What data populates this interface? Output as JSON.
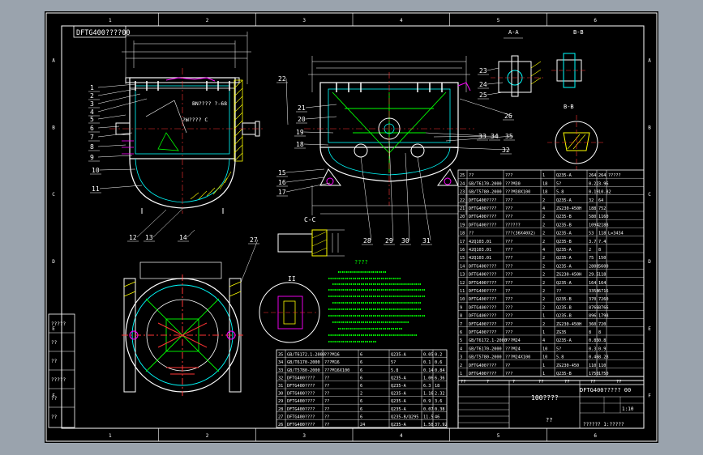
{
  "title_stamp": "DFTG400????00",
  "zone_letters": [
    "1",
    "2",
    "3",
    "4",
    "5",
    "6"
  ],
  "row_letters": [
    "A",
    "B",
    "C",
    "D",
    "E",
    "F"
  ],
  "callouts": {
    "front": [
      "1",
      "2",
      "3",
      "4",
      "5",
      "6",
      "7",
      "8",
      "9",
      "10",
      "11",
      "12",
      "13",
      "14"
    ],
    "side": [
      "15",
      "16",
      "17",
      "18",
      "19",
      "20",
      "21",
      "22"
    ],
    "side_right": [
      "26",
      "33",
      "34",
      "35",
      "32"
    ],
    "side_bottom": [
      "28",
      "29",
      "30",
      "31"
    ],
    "plan": [
      "27"
    ],
    "detail_tl": [
      "23",
      "24",
      "25"
    ]
  },
  "section_labels": {
    "cc": "C-C",
    "ii": "II",
    "aa": "A-A",
    "bb": "B-B",
    "front_note": "BN???? ?-68",
    "front_note2": "?Ы???? C"
  },
  "notes_title": "????",
  "bom_top": [
    {
      "no": "25",
      "code": "??",
      "name": "???",
      "qty": "1",
      "mat": "Q235-A",
      "w1": "264",
      "w2": "264",
      "rem": "?????"
    },
    {
      "no": "24",
      "code": "GB/T6170-2000",
      "name": "???M30",
      "qty": "18",
      "mat": "5?",
      "w1": "0.22",
      "w2": "3.96",
      "rem": ""
    },
    {
      "no": "23",
      "code": "GB/T5780-2000",
      "name": "???M30X100",
      "qty": "18",
      "mat": "5.8",
      "w1": "0.19",
      "w2": "10.82",
      "rem": ""
    },
    {
      "no": "22",
      "code": "DFTG400????",
      "name": "???",
      "qty": "2",
      "mat": "Q235-A",
      "w1": "32",
      "w2": "64",
      "rem": ""
    },
    {
      "no": "21",
      "code": "DFTG400????",
      "name": "???",
      "qty": "4",
      "mat": "ZG230-450H",
      "w1": "188",
      "w2": "752",
      "rem": ""
    },
    {
      "no": "20",
      "code": "DFTG400????",
      "name": "???",
      "qty": "2",
      "mat": "Q235-B",
      "w1": "580",
      "w2": "1160",
      "rem": ""
    },
    {
      "no": "19",
      "code": "DFTG400????",
      "name": "??????",
      "qty": "2",
      "mat": "Q235-B",
      "w1": "1094",
      "w2": "2188",
      "rem": ""
    },
    {
      "no": "18",
      "code": "??",
      "name": "???(36X40X2)",
      "qty": "2",
      "mat": "Q235-A",
      "w1": "53",
      "w2": "118",
      "rem": "L=3434"
    },
    {
      "no": "17",
      "code": "42Q103.01",
      "name": "???",
      "qty": "2",
      "mat": "Q235-B",
      "w1": "3.7",
      "w2": "7.4",
      "rem": ""
    },
    {
      "no": "16",
      "code": "42Q103.01",
      "name": "???",
      "qty": "4",
      "mat": "Q235-A",
      "w1": "2",
      "w2": "8",
      "rem": ""
    },
    {
      "no": "15",
      "code": "42Q103.01",
      "name": "???",
      "qty": "2",
      "mat": "Q235-A",
      "w1": "75",
      "w2": "150",
      "rem": ""
    },
    {
      "no": "14",
      "code": "DFTG400????",
      "name": "???",
      "qty": "2",
      "mat": "Q235-A",
      "w1": "2800",
      "w2": "5600",
      "rem": ""
    },
    {
      "no": "13",
      "code": "DFTG400????",
      "name": "???",
      "qty": "2",
      "mat": "ZG230-450H",
      "w1": "29.5",
      "w2": "118",
      "rem": ""
    },
    {
      "no": "12",
      "code": "DFTG400????",
      "name": "???",
      "qty": "2",
      "mat": "Q235-A",
      "w1": "164",
      "w2": "164",
      "rem": ""
    },
    {
      "no": "11",
      "code": "DFTG400????",
      "name": "??",
      "qty": "2",
      "mat": "??",
      "w1": "3358",
      "w2": "6716",
      "rem": ""
    },
    {
      "no": "10",
      "code": "DFTG400????",
      "name": "???",
      "qty": "2",
      "mat": "Q235-B",
      "w1": "370",
      "w2": "7260",
      "rem": ""
    },
    {
      "no": "9",
      "code": "DFTG400????",
      "name": "???",
      "qty": "2",
      "mat": "Q235-B",
      "w1": "8766",
      "w2": "8766",
      "rem": ""
    },
    {
      "no": "8",
      "code": "DFTG400????",
      "name": "???",
      "qty": "1",
      "mat": "Q235-B",
      "w1": "896",
      "w2": "1798",
      "rem": ""
    },
    {
      "no": "7",
      "code": "DFTG400????",
      "name": "???",
      "qty": "2",
      "mat": "ZG230-450H",
      "w1": "360",
      "w2": "720",
      "rem": ""
    },
    {
      "no": "6",
      "code": "DFTG400????",
      "name": "???",
      "qty": "1",
      "mat": "ZG35",
      "w1": "8",
      "w2": "8",
      "rem": ""
    },
    {
      "no": "5",
      "code": "GB/T6172.1-2000",
      "name": "???M24",
      "qty": "4",
      "mat": "Q235-A",
      "w1": "0.85",
      "w2": "0.8",
      "rem": ""
    },
    {
      "no": "4",
      "code": "GB/T6170-2000",
      "name": "???M24",
      "qty": "10",
      "mat": "5?",
      "w1": "0.3",
      "w2": "0.9",
      "rem": ""
    },
    {
      "no": "3",
      "code": "GB/T5780-2000",
      "name": "???M24X100",
      "qty": "10",
      "mat": "5.8",
      "w1": "0.46",
      "w2": "8.28",
      "rem": ""
    },
    {
      "no": "2",
      "code": "DFTG400????",
      "name": "??",
      "qty": "1",
      "mat": "ZG230-450",
      "w1": "110",
      "w2": "110",
      "rem": ""
    },
    {
      "no": "1",
      "code": "DFTG400????",
      "name": "???",
      "qty": "1",
      "mat": "Q235-B",
      "w1": "1750",
      "w2": "1750",
      "rem": ""
    }
  ],
  "bom_top_footer": [
    "??",
    "?",
    "?",
    "??",
    "??",
    "??",
    "??"
  ],
  "bom_bottom": [
    {
      "no": "35",
      "code": "GB/T6172.1-2000",
      "name": "???M16",
      "qty": "6",
      "mat": "Q235-A",
      "w1": "0.05",
      "w2": "0.2"
    },
    {
      "no": "34",
      "code": "GB/T6170-2000",
      "name": "???M16",
      "qty": "6",
      "mat": "5?",
      "w1": "0.1",
      "w2": "0.6"
    },
    {
      "no": "33",
      "code": "GB/T5780-2000",
      "name": "???M16X100",
      "qty": "6",
      "mat": "5.8",
      "w1": "0.14",
      "w2": "0.84"
    },
    {
      "no": "32",
      "code": "DFTG400????",
      "name": "??",
      "qty": "6",
      "mat": "Q235-A",
      "w1": "1.06",
      "w2": "6.36"
    },
    {
      "no": "31",
      "code": "DFTG400????",
      "name": "??",
      "qty": "6",
      "mat": "Q235-A",
      "w1": "6.3",
      "w2": "18"
    },
    {
      "no": "30",
      "code": "DFTG400????",
      "name": "??",
      "qty": "2",
      "mat": "Q235-A",
      "w1": "1.16",
      "w2": "2.32"
    },
    {
      "no": "29",
      "code": "DFTG400????",
      "name": "??",
      "qty": "6",
      "mat": "Q235-A",
      "w1": "0.9",
      "w2": "3.6"
    },
    {
      "no": "28",
      "code": "DFTG400????",
      "name": "??",
      "qty": "6",
      "mat": "Q235-A",
      "w1": "0.07",
      "w2": "0.38"
    },
    {
      "no": "27",
      "code": "DFTG400????",
      "name": "??",
      "qty": "6",
      "mat": "Q235-B/Q295",
      "w1": "11.5",
      "w2": "46"
    },
    {
      "no": "26",
      "code": "DFTG400????",
      "name": "??",
      "qty": "24",
      "mat": "Q235-A",
      "w1": "1.58",
      "w2": "37.92"
    }
  ],
  "title_block": {
    "product": "100????",
    "drawing_no": "DFTG400????? 00",
    "weight": "??",
    "scale": "1:10",
    "sheet": "?????? 1:?????"
  },
  "revision_block": [
    "?????",
    "??",
    "??",
    "?????",
    "??",
    "??"
  ],
  "colors": {
    "background": "#000000",
    "frame": "#ffffff",
    "outline": "#00ffff",
    "center": "#ff3030",
    "hatch": "#ffff00",
    "accent": "#ff00ff",
    "green": "#00ff00"
  }
}
